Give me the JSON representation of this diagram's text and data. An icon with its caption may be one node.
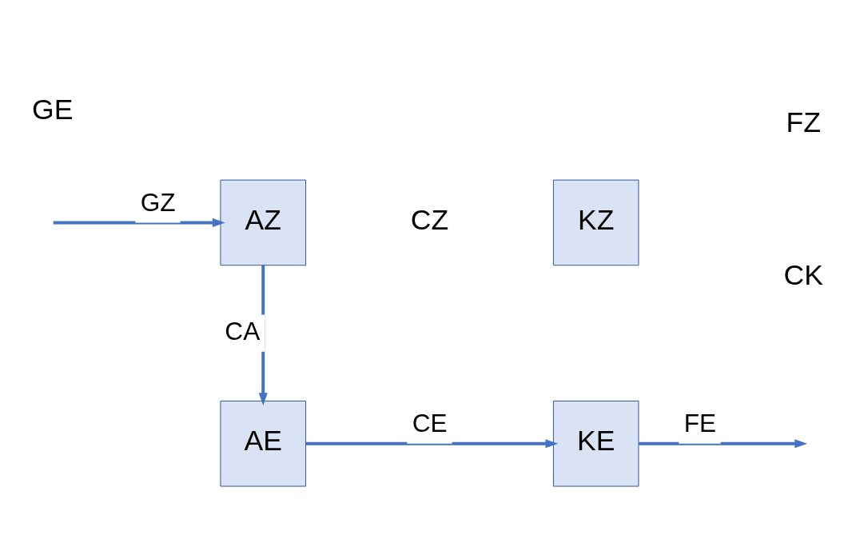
{
  "diagram": {
    "nodes": [
      {
        "text": [
          "AZ"
        ]
      },
      {
        "text": [
          "KZ"
        ]
      },
      {
        "text": [
          "AE"
        ]
      },
      {
        "text": [
          "KE"
        ]
      }
    ],
    "edges": [
      {
        "from": null,
        "to": 0,
        "arrow": "to",
        "label": "GZ"
      },
      {
        "from": 0,
        "to": 2,
        "arrow": "to",
        "label": "CA"
      },
      {
        "from": 2,
        "to": 3,
        "arrow": "to",
        "label": "CE"
      },
      {
        "from": 3,
        "to": null,
        "arrow": "to",
        "label": "FE"
      }
    ],
    "labels": [
      "CZ",
      "FZ",
      "CK",
      "GE"
    ]
  }
}
